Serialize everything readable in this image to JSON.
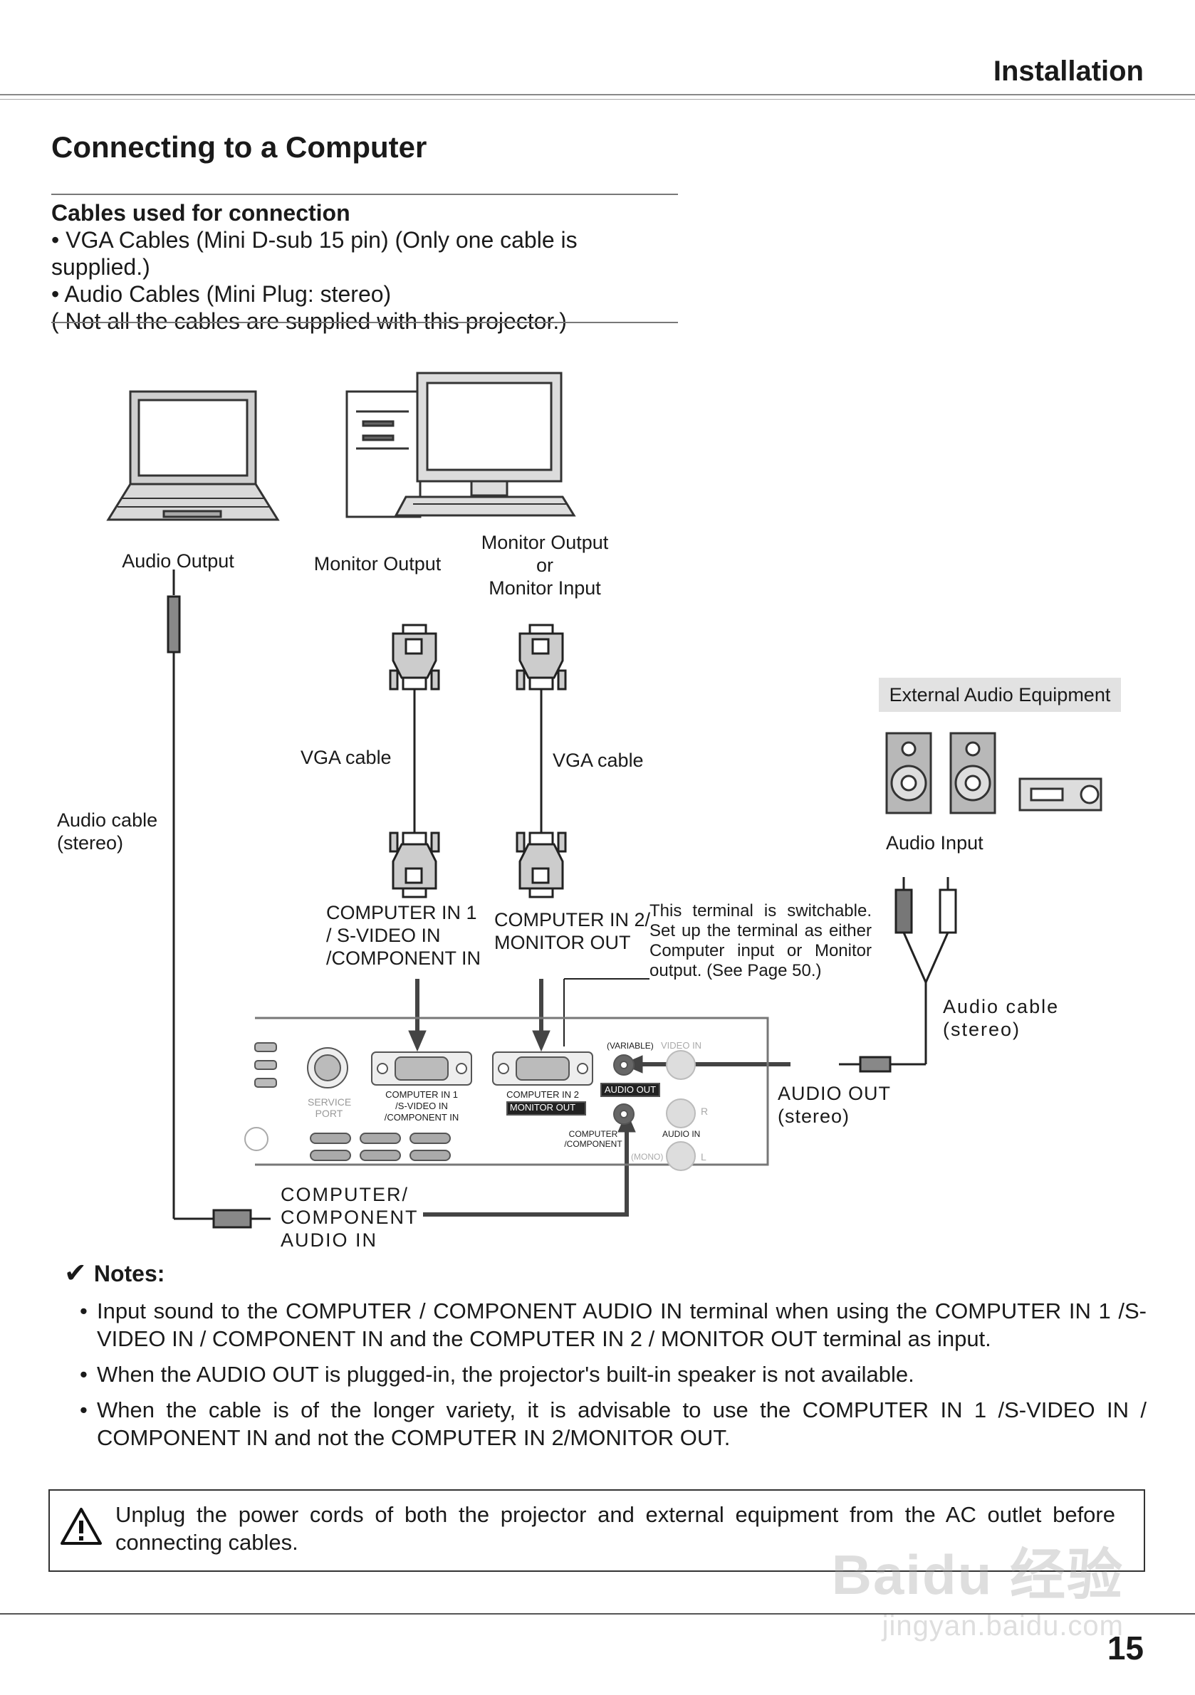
{
  "header": {
    "section": "Installation",
    "page_number": "15"
  },
  "title": "Connecting to a Computer",
  "cables": {
    "heading": "Cables used for connection",
    "items": [
      "• VGA Cables (Mini D-sub 15 pin) (Only one cable is supplied.)",
      "• Audio Cables (Mini Plug: stereo)",
      "( Not all the cables are supplied with this projector.)"
    ]
  },
  "diagram": {
    "audio_output": "Audio Output",
    "monitor_output": "Monitor Output",
    "monitor_output_or_input": [
      "Monitor Output",
      "or",
      "Monitor Input"
    ],
    "external_audio_equipment": "External Audio Equipment",
    "vga_cable_left": "VGA cable",
    "vga_cable_right": "VGA cable",
    "audio_cable_left": [
      "Audio  cable",
      "(stereo)"
    ],
    "audio_input": "Audio Input",
    "computer_in_1": [
      "COMPUTER IN 1",
      "/ S-VIDEO IN",
      "/COMPONENT IN"
    ],
    "computer_in_2": [
      "COMPUTER  IN  2/",
      "MONITOR OUT"
    ],
    "switchable_note": "This terminal is switchable. Set up the terminal as either Computer input or Monitor output. (See Page 50.)",
    "audio_cable_right": [
      "Audio  cable",
      "(stereo)"
    ],
    "audio_out": [
      "AUDIO OUT",
      "(stereo)"
    ],
    "computer_component_audio_in": [
      "COMPUTER/",
      "COMPONENT",
      "AUDIO IN"
    ],
    "panel": {
      "service_port": [
        "SERVICE",
        "PORT"
      ],
      "computer_in_1": [
        "COMPUTER IN 1",
        "/S-VIDEO IN",
        "/COMPONENT IN"
      ],
      "computer_in_2": [
        "COMPUTER IN 2",
        "MONITOR OUT"
      ],
      "variable": "(VARIABLE)",
      "video_in": "VIDEO IN",
      "audio_out": "AUDIO OUT",
      "audio_in": "AUDIO IN",
      "computer_component": [
        "COMPUTER",
        "/COMPONENT"
      ],
      "mono": "(MONO)",
      "r": "R",
      "l": "L"
    }
  },
  "notes": {
    "heading": "Notes:",
    "items": [
      "Input sound to the COMPUTER / COMPONENT AUDIO IN terminal when using the COMPUTER IN 1 /S-VIDEO IN / COMPONENT IN and the COMPUTER IN 2 / MONITOR OUT terminal as input.",
      "When the AUDIO OUT is plugged-in, the projector's built-in speaker is not available.",
      "When the cable is of the longer variety, it is advisable to use the COMPUTER IN 1 /S-VIDEO IN / COMPONENT IN and not the COMPUTER IN 2/MONITOR OUT."
    ]
  },
  "warning": "Unplug the power cords of both the projector and external equipment from the AC outlet before connecting cables.",
  "watermark": {
    "brand": "Baidu 经验",
    "url": "jingyan.baidu.com"
  }
}
